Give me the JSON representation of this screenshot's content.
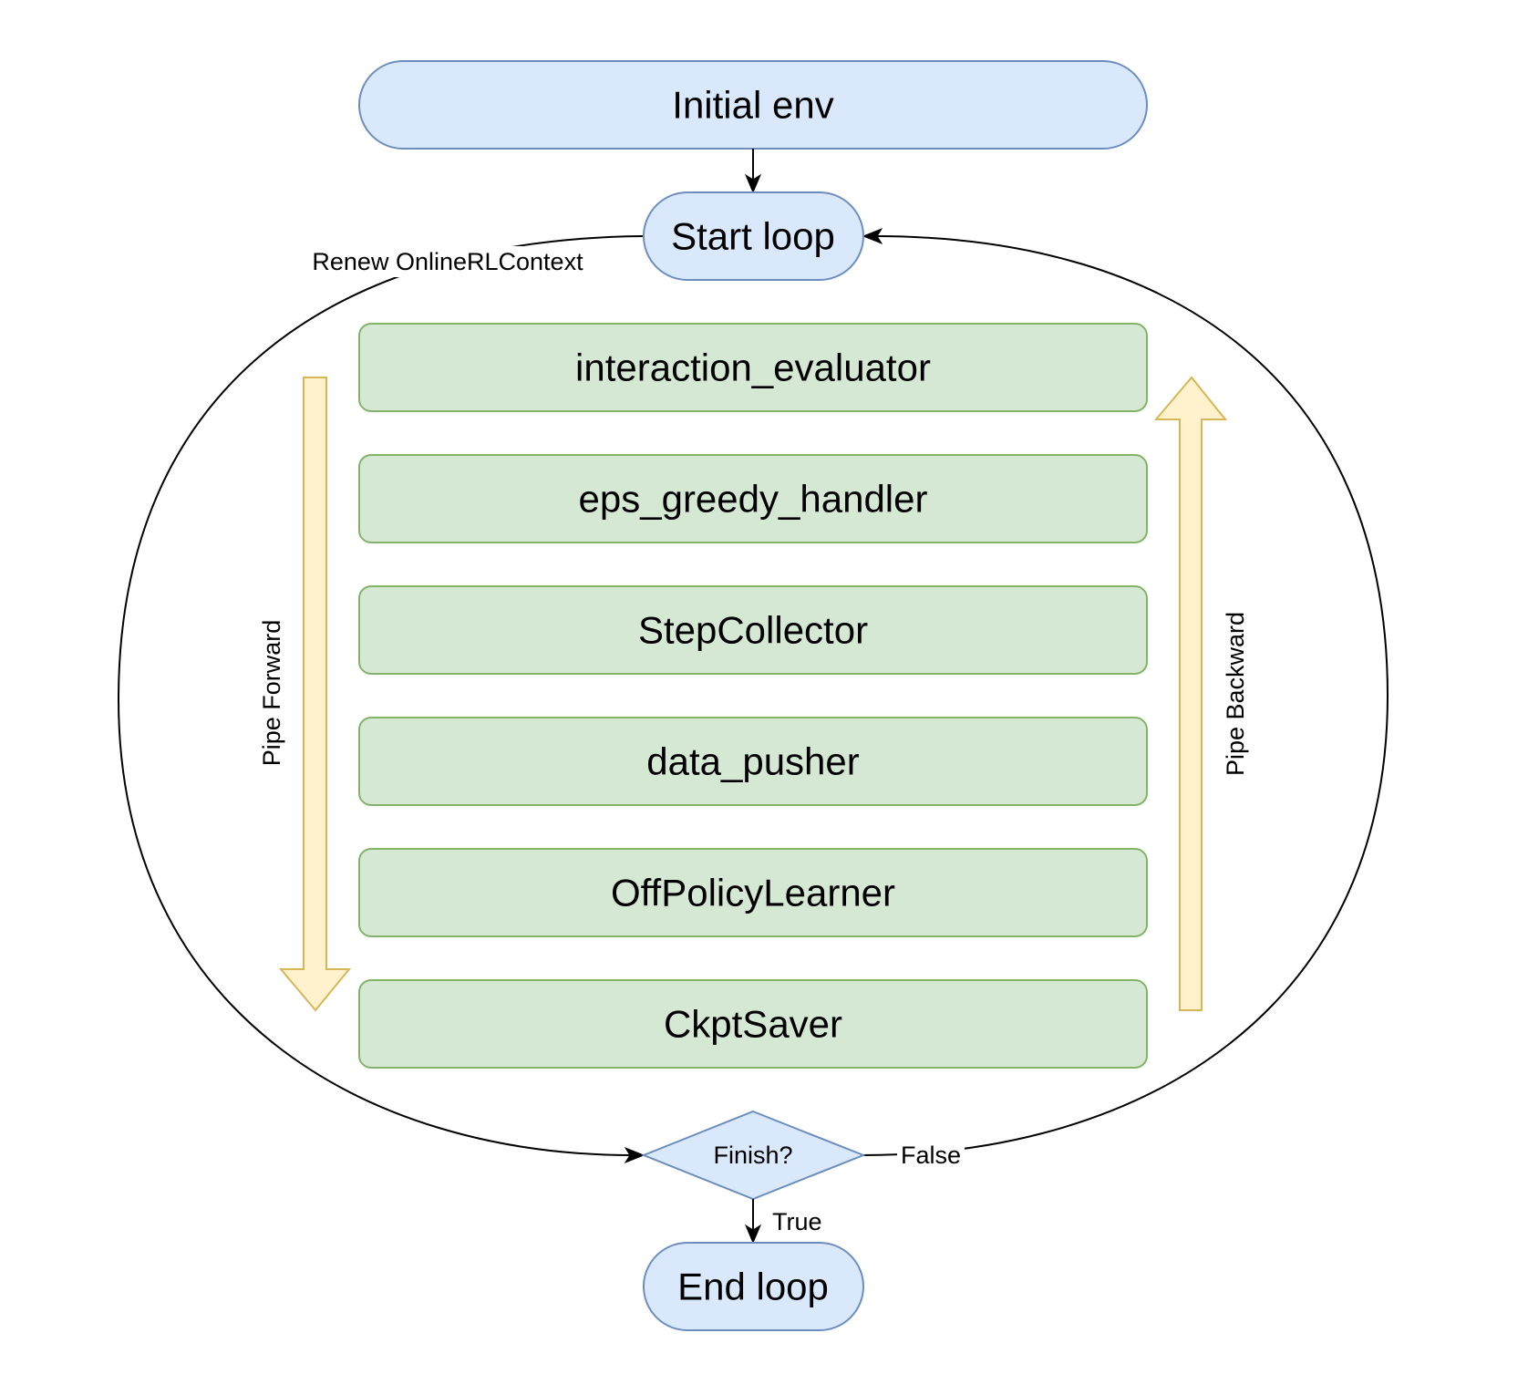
{
  "diagram": {
    "type": "flowchart",
    "colors": {
      "terminal_fill": "#dae8fc",
      "terminal_stroke": "#6c8ebf",
      "step_fill": "#d5e8d4",
      "step_stroke": "#82b366",
      "pipe_fill": "#fff2cc",
      "pipe_stroke": "#d6b656",
      "edge": "#000000"
    },
    "nodes": {
      "initial_env": "Initial env",
      "start_loop": "Start loop",
      "finish_decision": "Finish?",
      "end_loop": "End loop"
    },
    "steps": [
      "interaction_evaluator",
      "eps_greedy_handler",
      "StepCollector",
      "data_pusher",
      "OffPolicyLearner",
      "CkptSaver"
    ],
    "edge_labels": {
      "renew": "Renew OnlineRLContext",
      "true": "True",
      "false": "False"
    },
    "pipes": {
      "forward": "Pipe Forward",
      "backward": "Pipe Backward"
    }
  }
}
